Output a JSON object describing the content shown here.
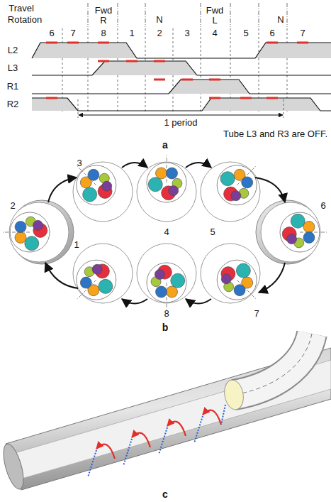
{
  "diagram": {
    "labels": [
      "Travel",
      "Rotation",
      "Fwd R",
      "N",
      "Fwd L",
      "N",
      "6",
      "7",
      "8",
      "1",
      "2",
      "3",
      "4",
      "5",
      "6",
      "7",
      "L2",
      "L3",
      "R1",
      "R2",
      "1 period",
      "Tube L3 and R3 are OFF.",
      "a",
      "2",
      "3",
      "4",
      "5",
      "6",
      "7",
      "8",
      "1",
      "b",
      "c"
    ]
  }
}
